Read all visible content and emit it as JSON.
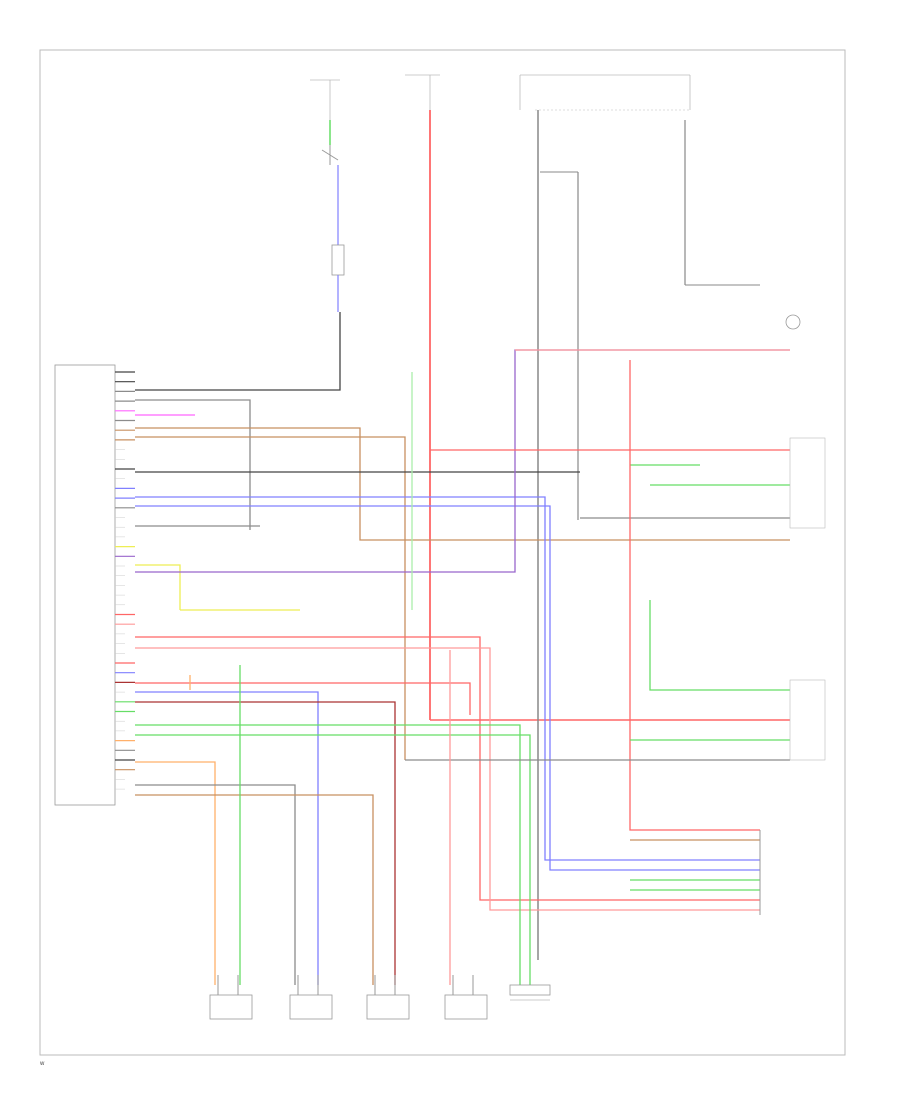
{
  "footer_code": "W",
  "wire_colors": {
    "red": "#ff6666",
    "pink_red": "#ff9a9a",
    "blue": "#8080ff",
    "green": "#66dd66",
    "light_green": "#aaeeaa",
    "orange": "#ffb06a",
    "yellow": "#eeee55",
    "brown": "#c89060",
    "gray": "#8c8c8c",
    "dark": "#444444",
    "magenta": "#ff66ff",
    "violet": "#9966cc",
    "dark_red": "#aa3333"
  },
  "ecu_pin_colors": [
    "dark",
    "dark",
    "gray",
    "gray",
    "magenta",
    "gray",
    "brown",
    "brown",
    "none",
    "none",
    "dark",
    "none",
    "blue",
    "blue",
    "gray",
    "none",
    "none",
    "none",
    "yellow",
    "violet",
    "none",
    "none",
    "none",
    "none",
    "none",
    "red",
    "pink_red",
    "none",
    "none",
    "none",
    "red",
    "blue",
    "dark_red",
    "none",
    "green",
    "green",
    "none",
    "none",
    "orange",
    "gray",
    "dark",
    "brown",
    "none",
    "none"
  ]
}
